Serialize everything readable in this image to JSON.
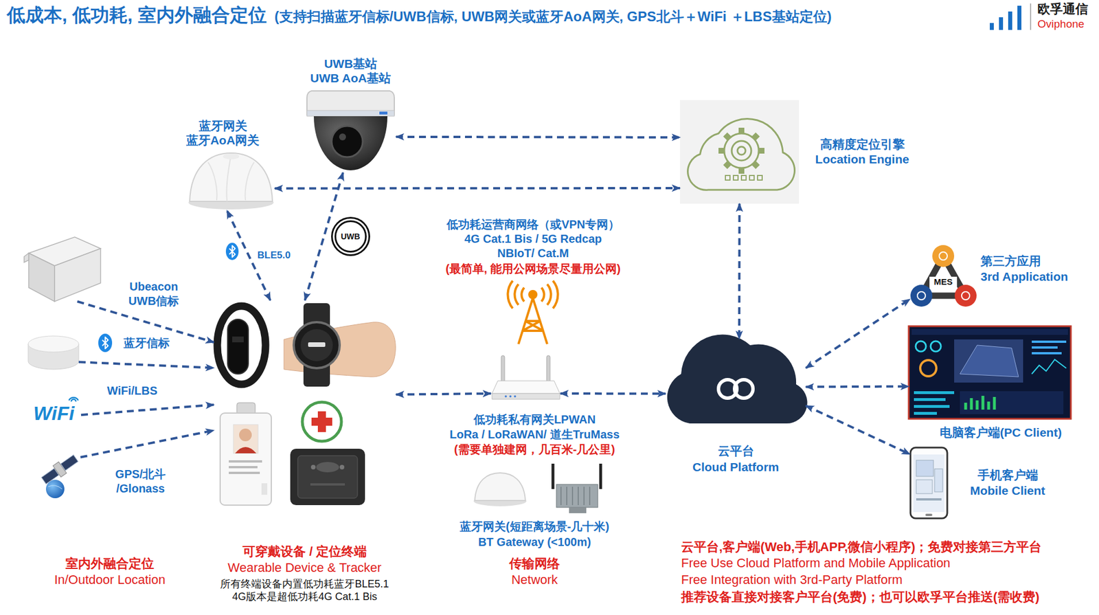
{
  "diagram": {
    "title": "低成本, 低功耗, 室内外融合定位",
    "nodes": [
      {
        "text": [
          "UWB基站 UWB AoA基站"
        ]
      },
      {
        "text": [
          "蓝牙网关 蓝牙AoA网关"
        ]
      },
      {
        "text": [
          "高精度定位引擎 Location Engine"
        ]
      },
      {
        "text": [
          "Ubeacon UWB信标"
        ]
      },
      {
        "text": [
          "蓝牙信标"
        ]
      },
      {
        "text": [
          "WiFi/LBS",
          "WiFi"
        ]
      },
      {
        "text": [
          "GPS/北斗 /Glonass"
        ]
      },
      {
        "text": [
          "可穿戴设备 / 定位终端 Wearable Device & Tracker",
          "所有终端设备内置低功耗蓝牙BLE5.1 4G版本是超低功耗4G Cat.1 Bis"
        ]
      },
      {
        "text": [
          "低功耗运营商网络（或VPN专网） 4G Cat.1 Bis / 5G Redcap NBIoT/ Cat.M",
          "(最简单, 能用公网场景尽量用公网)"
        ]
      },
      {
        "text": [
          "低功耗私有网关LPWAN LoRa / LoRaWAN/ 道生TruMass",
          "(需要单独建网，几百米-几公里)"
        ]
      },
      {
        "text": [
          "蓝牙网关(短距离场景-几十米) BT Gateway (<100m)"
        ]
      },
      {
        "text": [
          "云平台 Cloud Platform"
        ]
      },
      {
        "text": [
          "第三方应用 3rd Application"
        ]
      },
      {
        "text": [
          "电脑客户端(PC Client)"
        ]
      },
      {
        "text": [
          "手机客户端 Mobile Client"
        ]
      }
    ],
    "edges": [
      {
        "from": 7,
        "to": 1,
        "arrow": "both",
        "label": "BLE5.0"
      },
      {
        "from": 7,
        "to": 0,
        "arrow": "both",
        "label": "UWB"
      },
      {
        "from": 0,
        "to": 2,
        "arrow": "both"
      },
      {
        "from": 1,
        "to": 2,
        "arrow": "both"
      },
      {
        "from": 2,
        "to": 11,
        "arrow": "both"
      },
      {
        "from": 3,
        "to": 7,
        "arrow": "to"
      },
      {
        "from": 4,
        "to": 7,
        "arrow": "to"
      },
      {
        "from": 5,
        "to": 7,
        "arrow": "to"
      },
      {
        "from": 6,
        "to": 7,
        "arrow": "to"
      },
      {
        "from": 7,
        "to": 9,
        "arrow": "both"
      },
      {
        "from": 9,
        "to": 11,
        "arrow": "both"
      },
      {
        "from": 11,
        "to": 12,
        "arrow": "both"
      },
      {
        "from": 11,
        "to": 13,
        "arrow": "both"
      },
      {
        "from": 11,
        "to": 14,
        "arrow": "both"
      }
    ],
    "labels": [
      "(支持扫描蓝牙信标/UWB信标, UWB网关或蓝牙AoA网关, GPS北斗＋WiFi ＋LBS基站定位)",
      "欧孚通信",
      "Oviphone",
      "MES",
      "室内外融合定位",
      "In/Outdoor Location",
      "传输网络",
      "Network",
      "云平台,客户端(Web,手机APP,微信小程序)；免费对接第三方平台",
      "Free Use Cloud Platform and Mobile Application",
      "Free Integration with 3rd-Party Platform",
      "推荐设备直接对接客户平台(免费)；也可以欧孚平台推送(需收费)"
    ]
  }
}
